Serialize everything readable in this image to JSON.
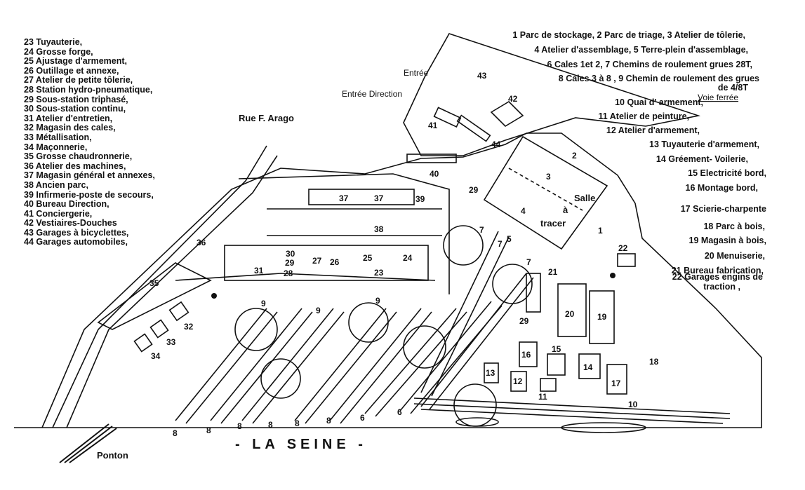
{
  "legend_left": [
    "23 Tuyauterie,",
    "24 Grosse forge,",
    "25 Ajustage d'armement,",
    "26 Outillage et annexe,",
    "27 Atelier de petite tôlerie,",
    "28 Station hydro-pneumatique,",
    "29 Sous-station triphasé,",
    "30 Sous-station continu,",
    "31 Atelier d'entretien,",
    "32 Magasin des cales,",
    "33 Métallisation,",
    "34 Maçonnerie,",
    "35 Grosse chaudronnerie,",
    "36 Atelier des machines,",
    "37 Magasin général et annexes,",
    "38 Ancien parc,",
    "39 Infirmerie-poste de secours,",
    "40 Bureau Direction,",
    "41 Conciergerie,",
    "42 Vestiaires-Douches",
    "43 Garages  à bicyclettes,",
    "44 Garages automobiles,"
  ],
  "legend_right": [
    "1 Parc de stockage, 2 Parc de triage, 3 Atelier de tôlerie,",
    "4  Atelier d'assemblage, 5 Terre-plein d'assemblage,",
    "6 Cales 1et 2, 7 Chemins de roulement grues 28T,",
    "8 Cales 3 à 8 , 9 Chemin de roulement des grues",
    "de 4/8T",
    "10 Quai d' armement,",
    "11 Atelier de peinture,",
    "12 Atelier d'armement,",
    "13 Tuyauterie    d'armement,",
    "14 Gréement- Voilerie,",
    "15 Electricité  bord,",
    "16 Montage bord,",
    "17 Scierie-charpente",
    "18 Parc à bois,",
    "19 Magasin à bois,",
    "20 Menuiserie,",
    "21 Bureau  fabrication,",
    "22 Garages engins de",
    "traction ,"
  ],
  "map_labels": {
    "rue": "Rue F. Arago",
    "entree": "Entrée",
    "entree_direction": "Entrée Direction",
    "voie_ferree": "Voie ferrée",
    "salle": "Salle",
    "a": "à",
    "tracer": "tracer",
    "seine": "- LA  SEINE -",
    "ponton": "Ponton"
  },
  "numbers": {
    "n1": "1",
    "n2": "2",
    "n3": "3",
    "n4": "4",
    "n5": "5",
    "n6": "6",
    "n7": "7",
    "n8": "8",
    "n9": "9",
    "n10": "10",
    "n11": "11",
    "n12": "12",
    "n13": "13",
    "n14": "14",
    "n15": "15",
    "n16": "16",
    "n17": "17",
    "n18": "18",
    "n19": "19",
    "n20": "20",
    "n21": "21",
    "n22": "22",
    "n23": "23",
    "n24": "24",
    "n25": "25",
    "n26": "26",
    "n27": "27",
    "n28": "28",
    "n29": "29",
    "n30": "30",
    "n31": "31",
    "n32": "32",
    "n33": "33",
    "n34": "34",
    "n35": "35",
    "n36": "36",
    "n37": "37",
    "n38": "38",
    "n39": "39",
    "n40": "40",
    "n41": "41",
    "n42": "42",
    "n43": "43",
    "n44": "44"
  }
}
